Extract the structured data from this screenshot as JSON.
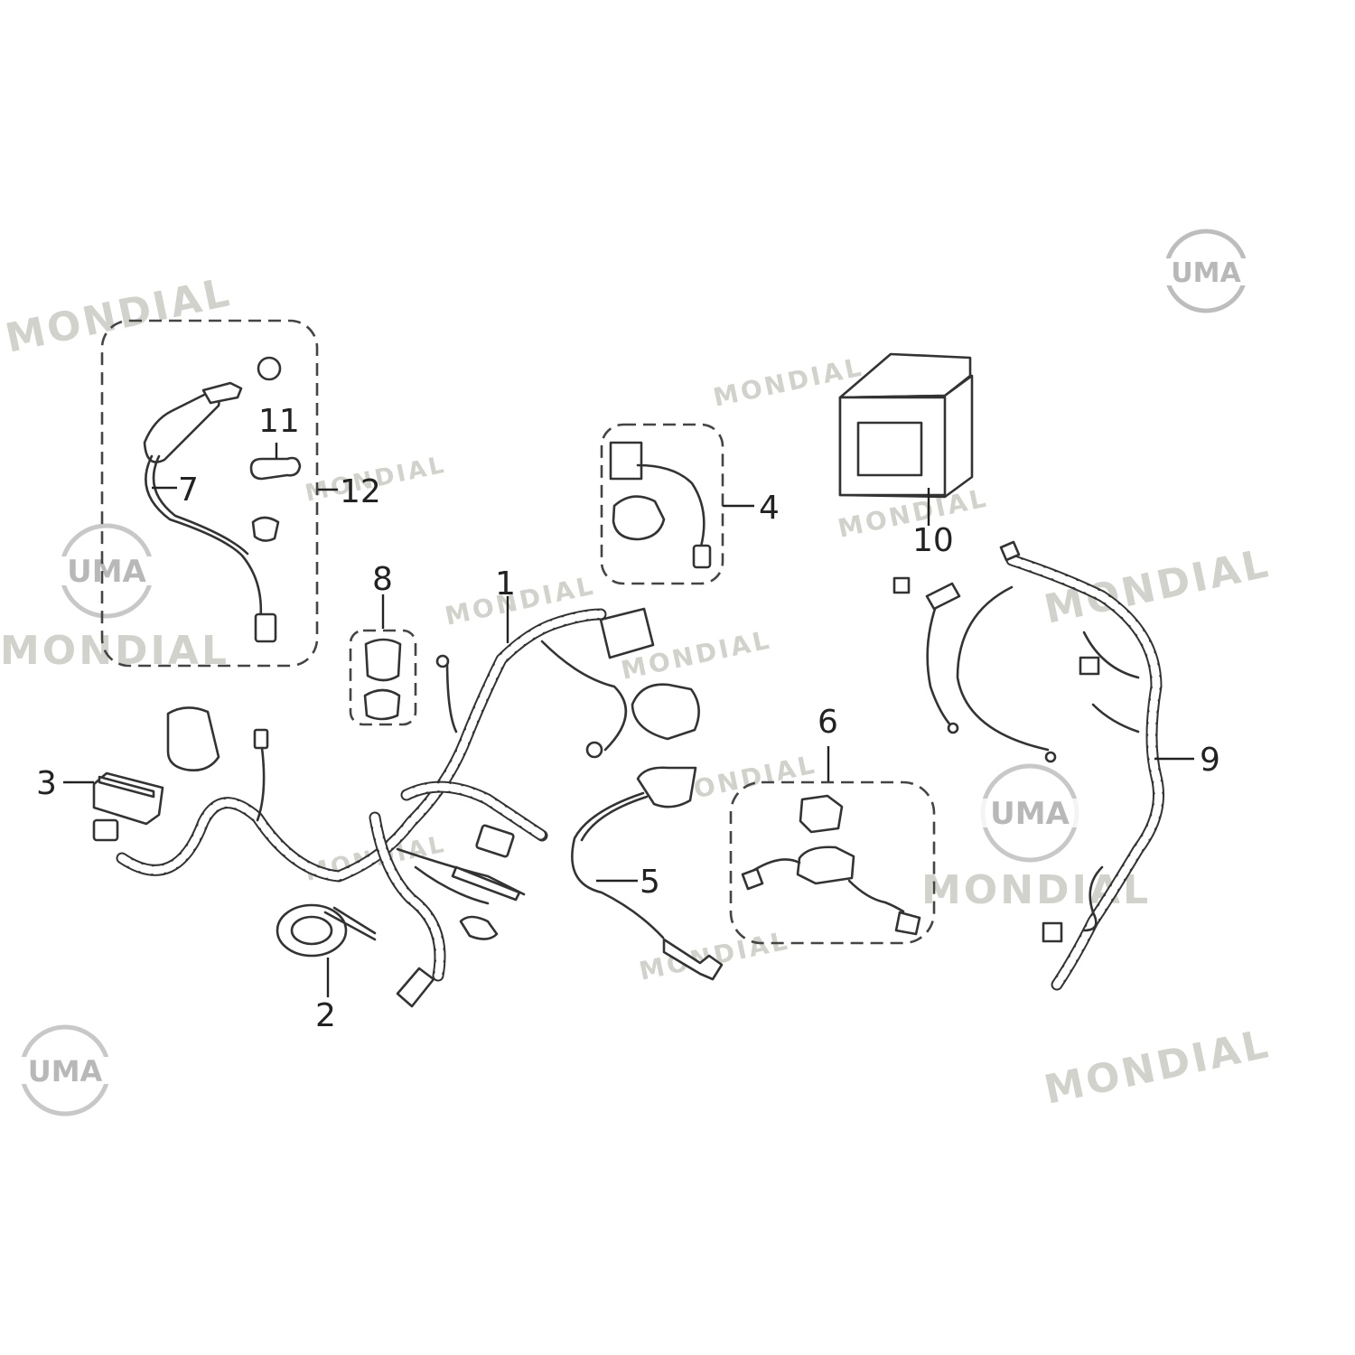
{
  "watermarks": {
    "brand_text": "MONDIAL",
    "logo_text": "UMA"
  },
  "callouts": {
    "c1": "1",
    "c2": "2",
    "c3": "3",
    "c4": "4",
    "c5": "5",
    "c6": "6",
    "c7": "7",
    "c8": "8",
    "c9": "9",
    "c10": "10",
    "c11": "11",
    "c12": "12"
  },
  "colors": {
    "line": "#222222",
    "watermark": "#d2d2cc"
  }
}
